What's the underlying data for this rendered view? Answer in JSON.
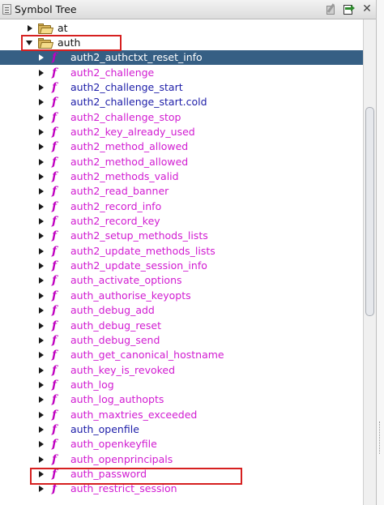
{
  "window": {
    "title": "Symbol Tree"
  },
  "toolbar": {
    "icons": [
      "edit-doc-icon",
      "export-doc-icon",
      "close-icon"
    ],
    "close_glyph": "✕"
  },
  "tree": {
    "folders": [
      {
        "label": "at",
        "expanded": false
      },
      {
        "label": "auth",
        "expanded": true
      }
    ],
    "functions": [
      {
        "label": "auth2_authctxt_reset_info",
        "color": "magenta",
        "selected": true
      },
      {
        "label": "auth2_challenge",
        "color": "magenta"
      },
      {
        "label": "auth2_challenge_start",
        "color": "navy"
      },
      {
        "label": "auth2_challenge_start.cold",
        "color": "navy"
      },
      {
        "label": "auth2_challenge_stop",
        "color": "magenta"
      },
      {
        "label": "auth2_key_already_used",
        "color": "magenta"
      },
      {
        "label": "auth2_method_allowed",
        "color": "magenta"
      },
      {
        "label": "auth2_method_allowed",
        "color": "magenta"
      },
      {
        "label": "auth2_methods_valid",
        "color": "magenta"
      },
      {
        "label": "auth2_read_banner",
        "color": "magenta"
      },
      {
        "label": "auth2_record_info",
        "color": "magenta"
      },
      {
        "label": "auth2_record_key",
        "color": "magenta"
      },
      {
        "label": "auth2_setup_methods_lists",
        "color": "magenta"
      },
      {
        "label": "auth2_update_methods_lists",
        "color": "magenta"
      },
      {
        "label": "auth2_update_session_info",
        "color": "magenta"
      },
      {
        "label": "auth_activate_options",
        "color": "magenta"
      },
      {
        "label": "auth_authorise_keyopts",
        "color": "magenta"
      },
      {
        "label": "auth_debug_add",
        "color": "magenta"
      },
      {
        "label": "auth_debug_reset",
        "color": "magenta"
      },
      {
        "label": "auth_debug_send",
        "color": "magenta"
      },
      {
        "label": "auth_get_canonical_hostname",
        "color": "magenta"
      },
      {
        "label": "auth_key_is_revoked",
        "color": "magenta"
      },
      {
        "label": "auth_log",
        "color": "magenta"
      },
      {
        "label": "auth_log_authopts",
        "color": "magenta"
      },
      {
        "label": "auth_maxtries_exceeded",
        "color": "magenta"
      },
      {
        "label": "auth_openfile",
        "color": "navy"
      },
      {
        "label": "auth_openkeyfile",
        "color": "magenta"
      },
      {
        "label": "auth_openprincipals",
        "color": "magenta"
      },
      {
        "label": "auth_password",
        "color": "magenta"
      },
      {
        "label": "auth_restrict_session",
        "color": "magenta"
      }
    ],
    "fn_glyph": "f"
  },
  "colors": {
    "magenta": "#d11bd1",
    "navy": "#1c1ca8",
    "selection": "#365f84",
    "highlight_box": "#d62020"
  }
}
